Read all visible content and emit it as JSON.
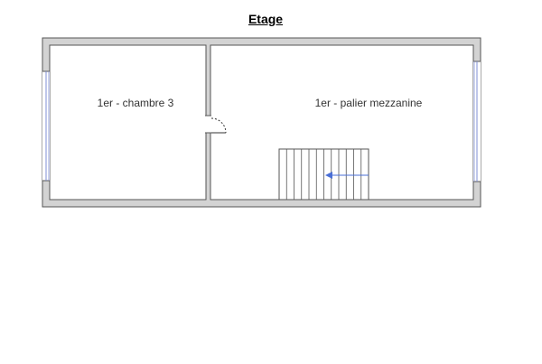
{
  "title": "Etage",
  "rooms": [
    {
      "label": "1er - chambre 3"
    },
    {
      "label": "1er - palier mezzanine"
    }
  ],
  "colors": {
    "wall_fill": "#d3d3d3",
    "wall_stroke": "#555555",
    "window": "#7f8fd6",
    "stair_arrow": "#4a6fd6",
    "text": "#333333"
  }
}
